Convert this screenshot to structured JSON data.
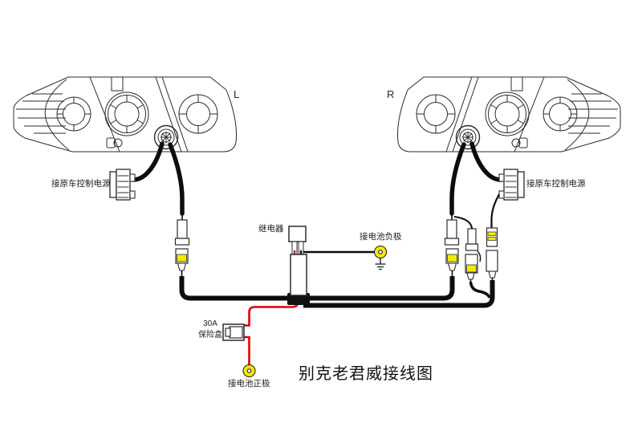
{
  "title": "别克老君威接线图",
  "headlights": {
    "left": {
      "label": "L",
      "control_power_label": "接原车控制电源"
    },
    "right": {
      "label": "R",
      "control_power_label": "接原车控制电源"
    }
  },
  "relay": {
    "label": "继电器"
  },
  "fuse": {
    "rating": "30A",
    "label": "保险盒"
  },
  "battery": {
    "negative_label": "接电池负极",
    "positive_label": "接电池正极"
  },
  "colors": {
    "wire_black": "#0d0d0d",
    "wire_red": "#e60000",
    "connector_yellow": "#f4ea00",
    "line_art": "#2b2b2b"
  }
}
